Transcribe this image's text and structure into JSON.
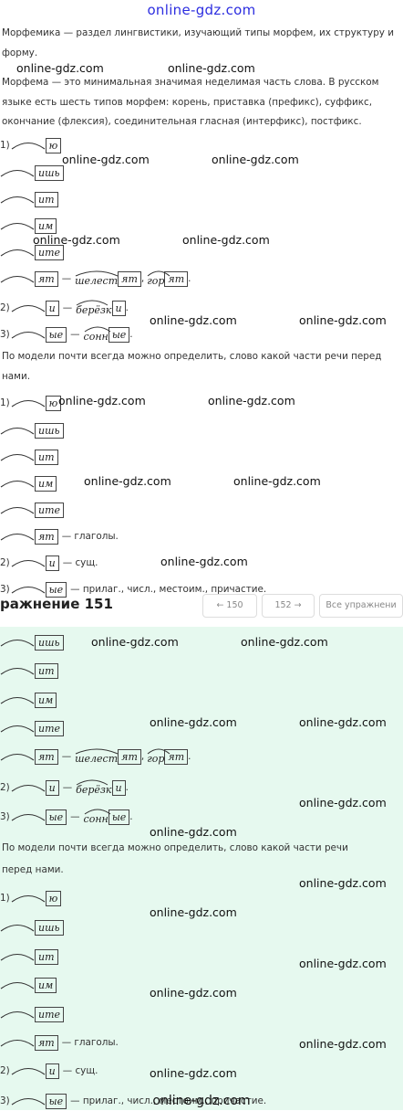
{
  "watermark": "online-gdz.com",
  "header_watermark": "online-gdz.com",
  "intro": {
    "p1": "Морфемика — раздел лингвистики, изучающий типы морфем, их структуру и форму.",
    "p2": "Морфема — это минимальная значимая неделимая часть слова. В русском языке есть шесть типов морфем: корень, приставка (префикс), суффикс, окончание (флексия), соединительная гласная (интерфикс), постфикс."
  },
  "model_text_top": "По модели почти всегда можно определить, слово какой части речи перед нами.",
  "model_text_bottom": "По модели почти всегда можно определить, слово какой части речи перед нами.",
  "endings": {
    "yu": "ю",
    "ish": "ишь",
    "it": "ит",
    "im": "им",
    "ite": "ите",
    "yat": "ят",
    "i": "и",
    "ye": "ые"
  },
  "nums": {
    "n1": "1)",
    "n2": "2)",
    "n3": "3)"
  },
  "examples": {
    "dash": "—",
    "comma": ",",
    "period": ".",
    "shelest_root": "шелест",
    "gor_root": "гор",
    "berez_root": "берёзк",
    "sonn_root": "сонн"
  },
  "conclusions": {
    "verbs": "— глаголы.",
    "noun": "— сущ.",
    "adj": "— прилаг., числ., местоим., причастие."
  },
  "nav": {
    "exercise_title": "ражнение 151",
    "prev": "← 150",
    "next": "152 →",
    "all": "Все упражнени"
  }
}
